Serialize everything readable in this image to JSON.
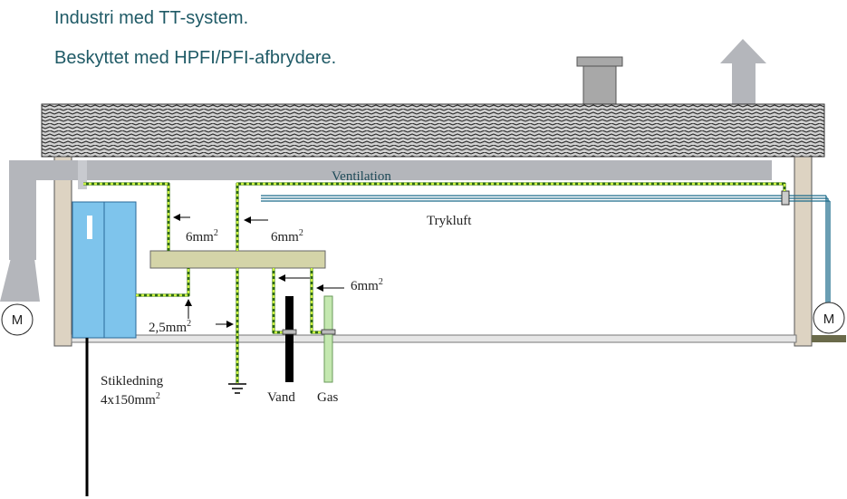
{
  "title": {
    "line1": "Industri med TT-system.",
    "line2": "Beskyttet med HPFI/PFI-afbrydere."
  },
  "labels": {
    "ventilation": "Ventilation",
    "trykluft": "Trykluft",
    "size_6a": "6mm",
    "size_6b": "6mm",
    "size_6c": "6mm",
    "size_25": "2,5mm",
    "sup": "2",
    "stikledning_1": "Stikledning",
    "stikledning_2": "4x150mm",
    "vand": "Vand",
    "gas": "Gas",
    "motor": "M"
  },
  "colors": {
    "title": "#1f5a66",
    "bonding": "#8ccc2a",
    "duct": "#b4b6bb",
    "cabinet": "#7ec4ec",
    "roof": "#4a4a4a",
    "wall": "#ddd3c2",
    "busbar": "#d4d4a8",
    "water_pipe": "#000000",
    "gas_pipe": "#c4e8b0",
    "air_pipe": "#1a6a8a"
  },
  "icons": [
    "ground-symbol-icon",
    "motor-icon",
    "arrow-icon",
    "exhaust-arrow-icon",
    "chimney-icon"
  ]
}
